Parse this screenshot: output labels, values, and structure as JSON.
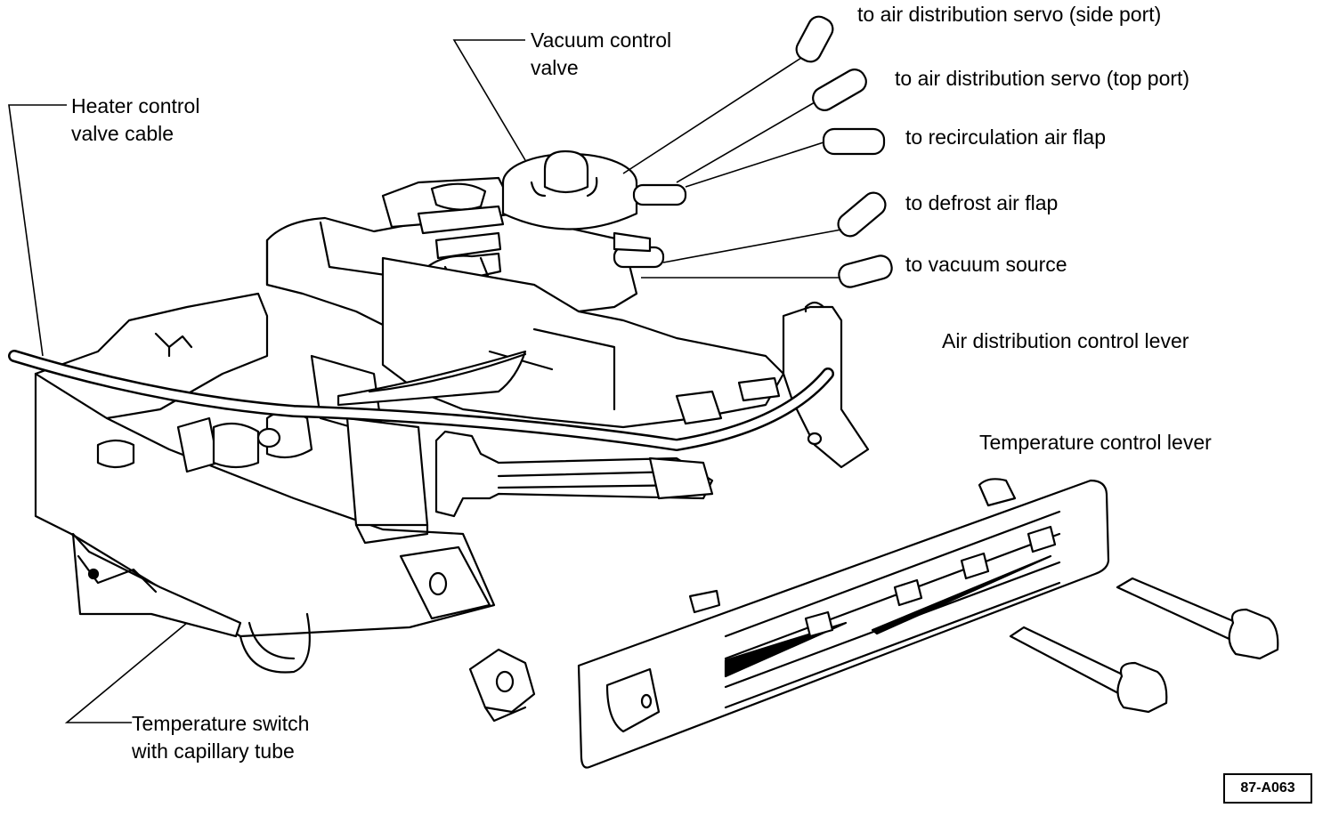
{
  "labels": {
    "vacuum_valve": [
      "Vacuum control",
      "valve"
    ],
    "heater_cable": [
      "Heater control",
      "valve cable"
    ],
    "air_servo_side": "to air distribution servo (side port)",
    "air_servo_top": "to air distribution servo (top port)",
    "recirc_flap": "to recirculation air flap",
    "defrost_flap": "to defrost air flap",
    "vacuum_source": "to vacuum source",
    "air_dist_lever": "Air distribution control lever",
    "temp_lever": "Temperature control lever",
    "temp_switch": [
      "Temperature switch",
      "with capillary tube"
    ]
  },
  "figure_id": "87-A063",
  "colors": {
    "ink": "#000000",
    "paper": "#ffffff"
  }
}
